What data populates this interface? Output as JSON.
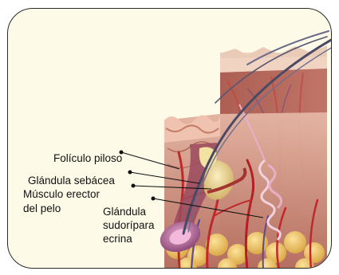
{
  "labels": {
    "foliculo_piloso": "Folículo piloso",
    "glandula_sebacea": "Glándula sebácea",
    "musculo_erector_line1": "Músculo erector",
    "musculo_erector_line2": "del pelo",
    "glandula_sudoripara_line1": "Glándula",
    "glandula_sudoripara_line2": "sudorípara",
    "glandula_sudoripara_line3": "ecrina"
  },
  "colors": {
    "frame_background": "#fdfbe8",
    "frame_border": "#2a2a2a",
    "skin_tissue": "#c98a78",
    "fat_tissue": "#f0c36a",
    "hair": "#4a4a66",
    "vessel": "#c0282c"
  }
}
